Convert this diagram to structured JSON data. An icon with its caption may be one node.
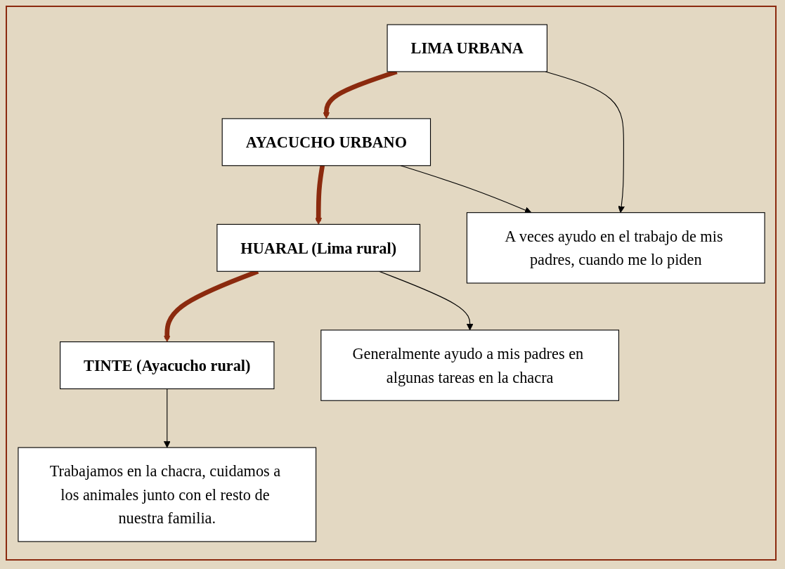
{
  "diagram": {
    "nodes": [
      {
        "text": [
          "LIMA URBANA"
        ]
      },
      {
        "text": [
          "AYACUCHO URBANO"
        ]
      },
      {
        "text": [
          "HUARAL (Lima rural)"
        ]
      },
      {
        "text": [
          "TINTE (Ayacucho rural)"
        ]
      },
      {
        "text": [
          "A veces ayudo en el trabajo de mis padres, cuando me lo piden"
        ]
      },
      {
        "text": [
          "Generalmente ayudo a mis padres en algunas tareas en la chacra"
        ]
      },
      {
        "text": [
          "Trabajamos en la chacra, cuidamos a los animales junto con el resto de nuestra familia."
        ]
      }
    ],
    "edges": [
      {
        "from": 0,
        "to": 1,
        "arrow": "to",
        "style": "thick",
        "color": "#8b2a0e"
      },
      {
        "from": 1,
        "to": 2,
        "arrow": "to",
        "style": "thick",
        "color": "#8b2a0e"
      },
      {
        "from": 2,
        "to": 3,
        "arrow": "to",
        "style": "thick",
        "color": "#8b2a0e"
      },
      {
        "from": 0,
        "to": 4,
        "arrow": "to"
      },
      {
        "from": 1,
        "to": 4,
        "arrow": "to"
      },
      {
        "from": 2,
        "to": 5,
        "arrow": "to"
      },
      {
        "from": 3,
        "to": 6,
        "arrow": "to"
      }
    ]
  }
}
